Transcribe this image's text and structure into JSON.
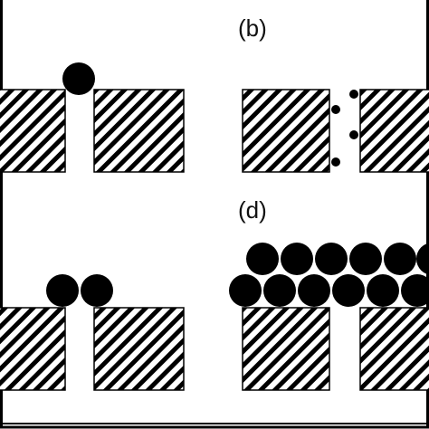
{
  "panels": {
    "b": {
      "label": "(b)"
    },
    "d": {
      "label": "(d)"
    }
  },
  "colors": {
    "particle": "#000000",
    "hatch_stroke": "#000000",
    "hatch_background": "#ffffff",
    "frame": "#000000"
  },
  "icons": {
    "hatch_block": "hatched-substrate",
    "particle": "filled-circle"
  }
}
